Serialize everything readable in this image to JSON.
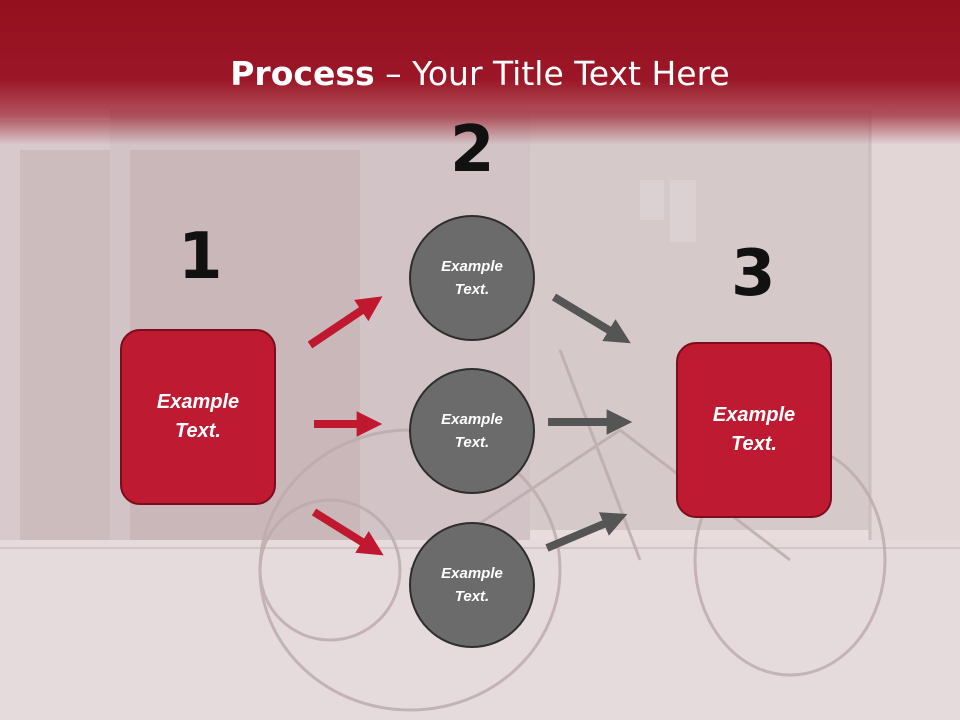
{
  "title": {
    "bold": "Process",
    "rest": " – Your Title Text Here"
  },
  "steps": [
    "1",
    "2",
    "3"
  ],
  "left_box": {
    "line1": "Example",
    "line2": "Text."
  },
  "circles": [
    {
      "line1": "Example",
      "line2": "Text."
    },
    {
      "line1": "Example",
      "line2": "Text."
    },
    {
      "line1": "Example",
      "line2": "Text."
    }
  ],
  "right_box": {
    "line1": "Example",
    "line2": "Text."
  },
  "colors": {
    "banner": "#94101f",
    "box": "#be1a32",
    "circle": "#6b6b6b",
    "red_arrow": "#c0182f",
    "gray_arrow": "#555555"
  }
}
